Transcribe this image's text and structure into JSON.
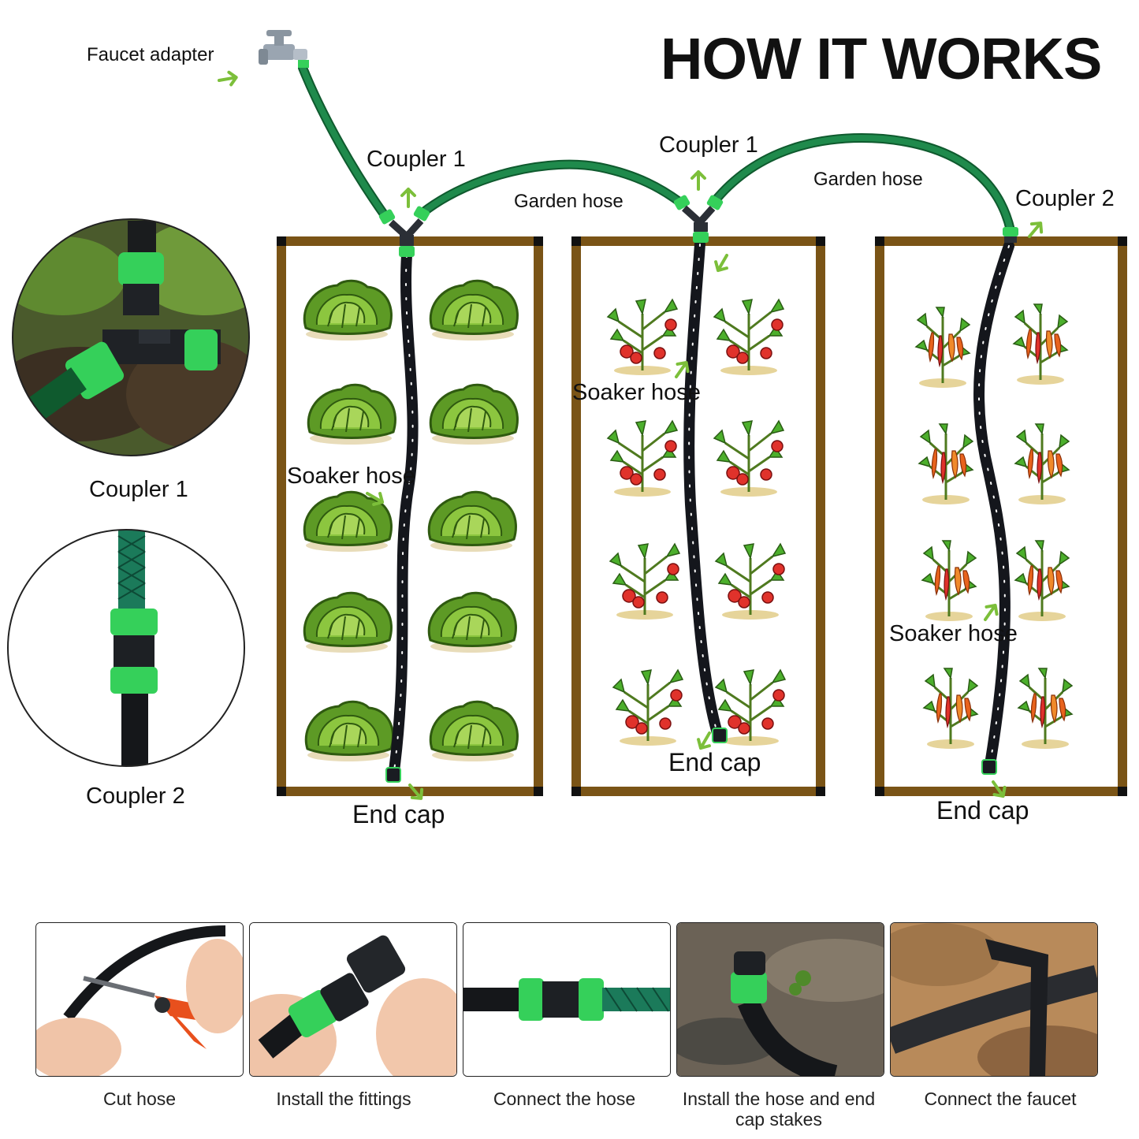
{
  "title": "HOW IT WORKS",
  "labels": {
    "faucet_adapter": "Faucet adapter",
    "coupler1_left": "Coupler 1",
    "coupler1_mid": "Coupler 1",
    "coupler2_right": "Coupler 2",
    "garden_hose_1": "Garden hose",
    "garden_hose_2": "Garden hose",
    "soaker_hose_left": "Soaker hose",
    "soaker_hose_mid": "Soaker hose",
    "soaker_hose_right": "Soaker hose",
    "end_cap_left": "End cap",
    "end_cap_mid": "End cap",
    "end_cap_right": "End cap",
    "inset_coupler1": "Coupler 1",
    "inset_coupler2": "Coupler 2"
  },
  "steps": [
    {
      "label": "Cut hose"
    },
    {
      "label": "Install the fittings"
    },
    {
      "label": "Connect the hose"
    },
    {
      "label": "Install the hose and end cap stakes"
    },
    {
      "label": "Connect the faucet"
    }
  ],
  "colors": {
    "hose_green": "#1f8a4c",
    "fitting_green": "#35d05a",
    "soaker_black": "#14161c",
    "bed_frame": "#7a5416",
    "arrow_green": "#7cbf3a",
    "lettuce": "#6aa52a",
    "tomato_red": "#e0322b",
    "pepper_orange": "#e8631d"
  },
  "icons": [
    "faucet-icon",
    "lettuce-icon",
    "tomato-plant-icon",
    "pepper-plant-icon",
    "arrow-icon"
  ]
}
